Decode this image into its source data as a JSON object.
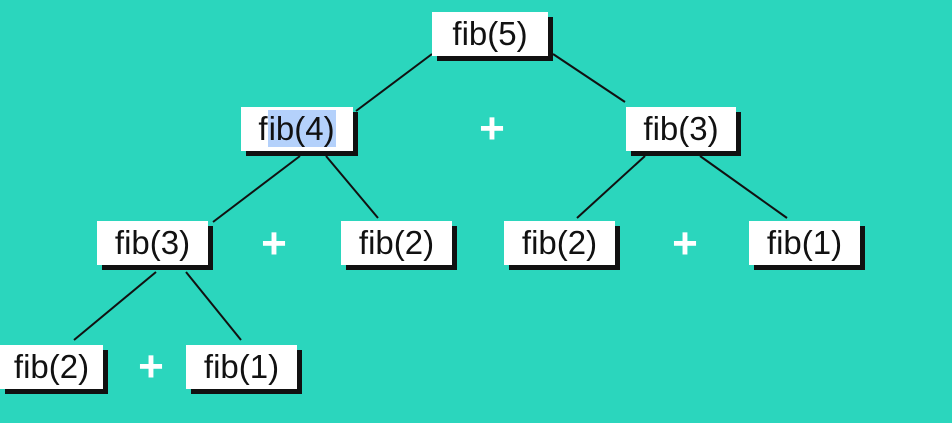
{
  "colors": {
    "background": "#2bd6bd",
    "node_fill": "#ffffff",
    "node_shadow": "#111111",
    "selection_highlight": "#b4d1fb",
    "plus": "#ffffff"
  },
  "tree": {
    "root": {
      "prefix": "fib(5)",
      "highlight": "",
      "suffix": ""
    },
    "l1_left": {
      "prefix": "f",
      "highlight": "ib(4)",
      "suffix": ""
    },
    "l1_right": {
      "prefix": "fib(3)",
      "highlight": "",
      "suffix": ""
    },
    "l2_a": {
      "prefix": "fib(3)",
      "highlight": "",
      "suffix": ""
    },
    "l2_b": {
      "prefix": "fib(2)",
      "highlight": "",
      "suffix": ""
    },
    "l2_c": {
      "prefix": "fib(2)",
      "highlight": "",
      "suffix": ""
    },
    "l2_d": {
      "prefix": "fib(1)",
      "highlight": "",
      "suffix": ""
    },
    "l3_a": {
      "prefix": "fib(2)",
      "highlight": "",
      "suffix": ""
    },
    "l3_b": {
      "prefix": "fib(1)",
      "highlight": "",
      "suffix": ""
    }
  },
  "operators": {
    "plus_l1": "+",
    "plus_l2_left": "+",
    "plus_l2_right": "+",
    "plus_l3": "+"
  }
}
